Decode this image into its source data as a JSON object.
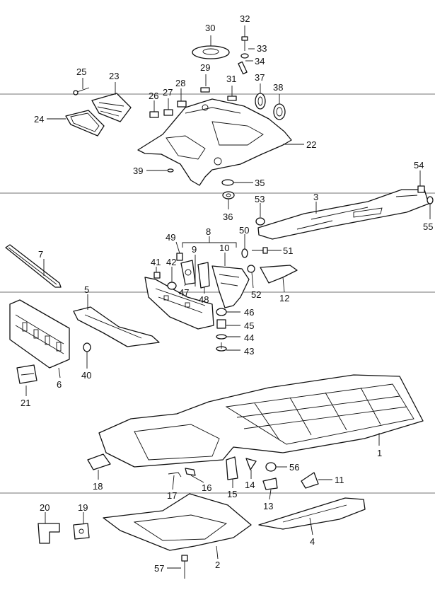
{
  "diagram": {
    "labels": {
      "p1": "1",
      "p2": "2",
      "p3": "3",
      "p4": "4",
      "p5": "5",
      "p6": "6",
      "p7": "7",
      "p8": "8",
      "p9": "9",
      "p10": "10",
      "p11": "11",
      "p12": "12",
      "p13": "13",
      "p14": "14",
      "p15": "15",
      "p16": "16",
      "p17": "17",
      "p18": "18",
      "p19": "19",
      "p20": "20",
      "p21": "21",
      "p22": "22",
      "p23": "23",
      "p24": "24",
      "p25": "25",
      "p26": "26",
      "p27": "27",
      "p28": "28",
      "p29": "29",
      "p30": "30",
      "p31": "31",
      "p32": "32",
      "p33": "33",
      "p34": "34",
      "p35": "35",
      "p36": "36",
      "p37": "37",
      "p38": "38",
      "p39": "39",
      "p40": "40",
      "p41": "41",
      "p42": "42",
      "p43": "43",
      "p44": "44",
      "p45": "45",
      "p46": "46",
      "p47": "47",
      "p48": "48",
      "p49": "49",
      "p50": "50",
      "p51": "51",
      "p52": "52",
      "p53": "53",
      "p54": "54",
      "p55": "55",
      "p56": "56",
      "p57": "57"
    }
  }
}
